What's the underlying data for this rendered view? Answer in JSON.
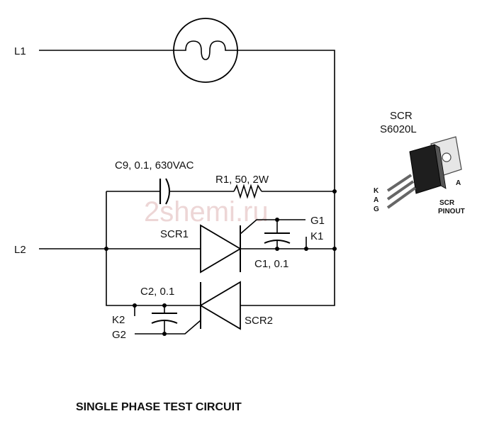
{
  "terminals": {
    "l1": "L1",
    "l2": "L2"
  },
  "components": {
    "c9": "C9, 0.1, 630VAC",
    "r1": "R1, 50, 2W",
    "scr1": "SCR1",
    "scr2": "SCR2",
    "c1": "C1, 0.1",
    "c2": "C2, 0.1",
    "g1": "G1",
    "k1": "K1",
    "k2": "K2",
    "g2": "G2"
  },
  "scr_part": {
    "line1": "SCR",
    "line2": "S6020L",
    "pin_k": "K",
    "pin_a": "A",
    "pin_g": "G",
    "pin_a_right": "A",
    "pinout_1": "SCR",
    "pinout_2": "PINOUT"
  },
  "watermark": "2shemi.ru",
  "caption": "SINGLE PHASE TEST CIRCUIT"
}
